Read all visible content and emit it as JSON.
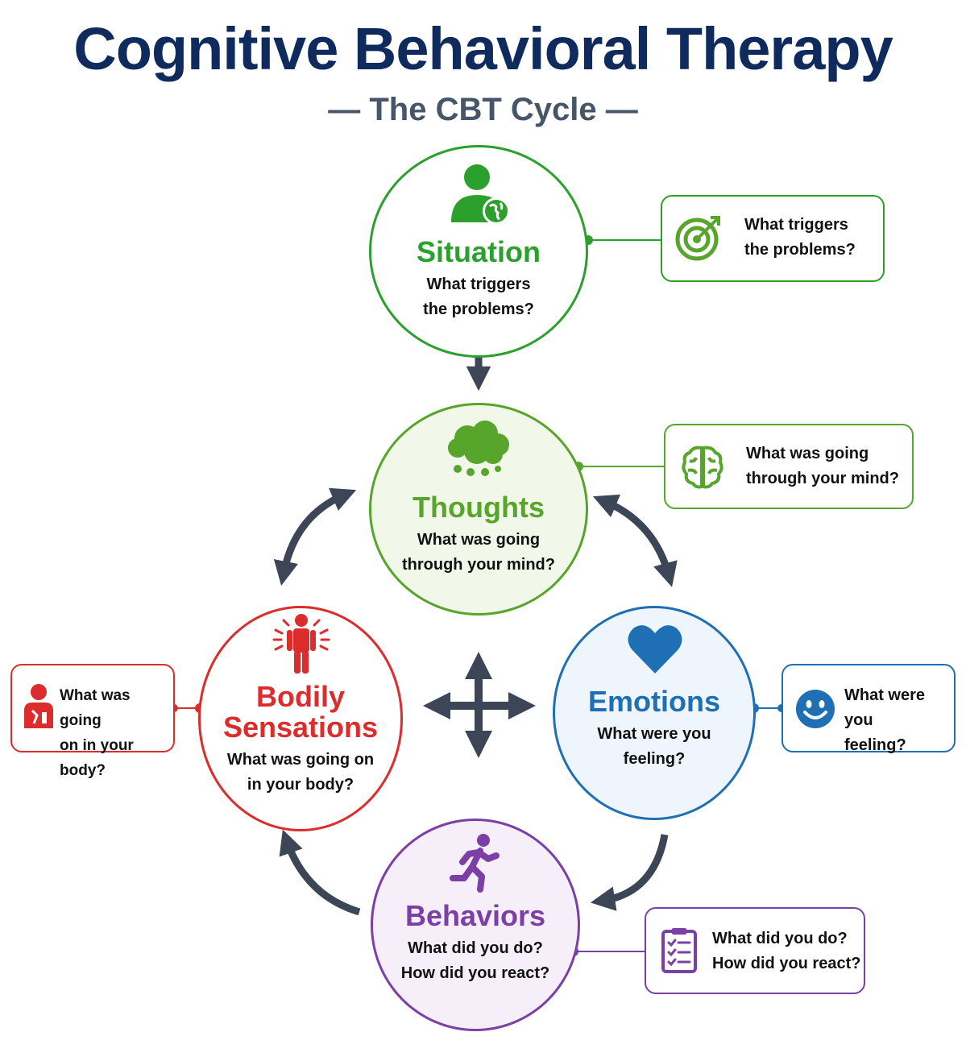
{
  "title": "Cognitive Behavioral Therapy",
  "subtitle": "— The CBT Cycle —",
  "colors": {
    "situation": "#2ca02c",
    "thoughts": "#57a52a",
    "emotions": "#1f6fb5",
    "bodily": "#dd2c2c",
    "behaviors": "#7b3fa6",
    "arrow": "#3d4656"
  },
  "nodes": {
    "situation": {
      "name": "Situation",
      "q1": "What triggers",
      "q2": "the problems?",
      "icon": "person-globe-icon"
    },
    "thoughts": {
      "name": "Thoughts",
      "q1": "What was going",
      "q2": "through your mind?",
      "icon": "thought-cloud-icon"
    },
    "emotions": {
      "name": "Emotions",
      "q1": "What were you",
      "q2": "feeling?",
      "icon": "heart-icon"
    },
    "bodily": {
      "name1": "Bodily",
      "name2": "Sensations",
      "q1": "What was going on",
      "q2": "in your body?",
      "icon": "person-alert-icon"
    },
    "behaviors": {
      "name": "Behaviors",
      "q1": "What did you do?",
      "q2": "How did you react?",
      "icon": "running-person-icon"
    }
  },
  "callouts": {
    "situation": {
      "l1": "What triggers",
      "l2": "the problems?",
      "icon": "target-icon"
    },
    "thoughts": {
      "l1": "What was going",
      "l2": "through your mind?",
      "icon": "brain-icon"
    },
    "emotions": {
      "l1": "What were you",
      "l2": "feeling?",
      "icon": "smiley-icon"
    },
    "bodily": {
      "l1": "What was going",
      "l2": "on in your body?",
      "icon": "person-injury-icon"
    },
    "behaviors": {
      "l1": "What did you do?",
      "l2": "How did you react?",
      "icon": "clipboard-checklist-icon"
    }
  }
}
